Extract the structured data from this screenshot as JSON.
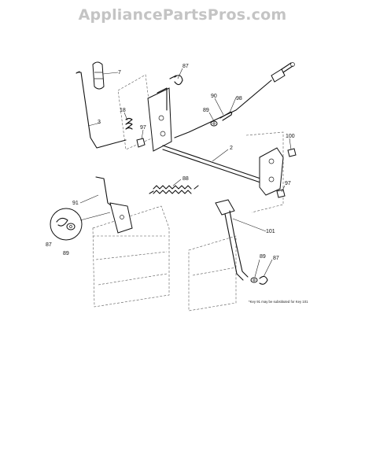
{
  "watermark": "AppliancePartsPros.com",
  "diagram": {
    "callouts": [
      "7",
      "87",
      "3",
      "18",
      "97",
      "90",
      "89",
      "98",
      "2",
      "100",
      "88",
      "97",
      "91",
      "87",
      "89",
      "101",
      "89",
      "87"
    ],
    "note": "*Key 91 may be substituted for Key 101"
  }
}
